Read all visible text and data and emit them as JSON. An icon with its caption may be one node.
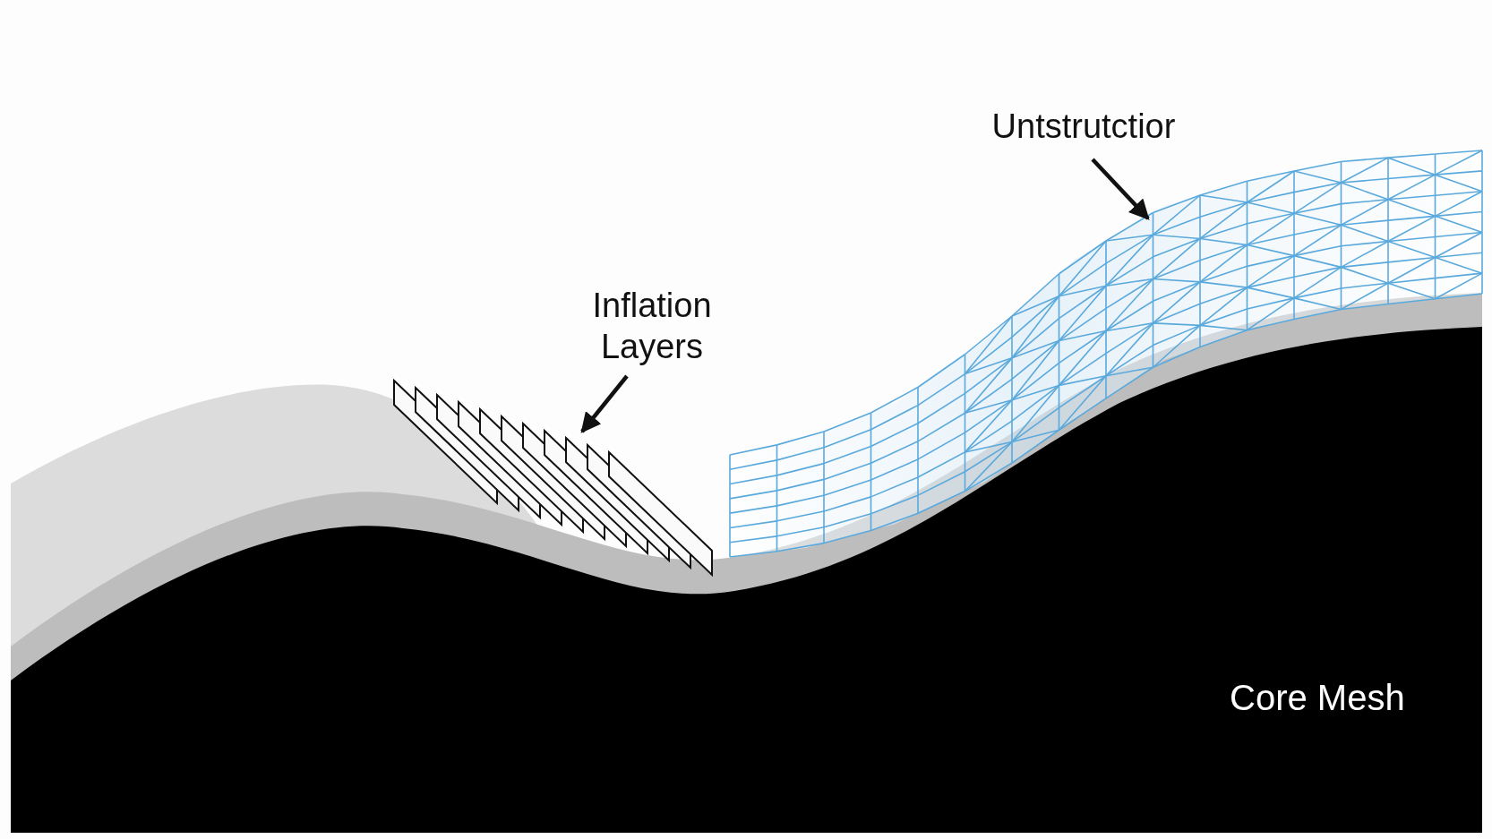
{
  "diagram": {
    "nodes": [
      {
        "text": [
          "Untstrutctior"
        ]
      },
      {
        "text": [],
        "shape": "picture"
      },
      {
        "text": [
          "Inflation Layers"
        ]
      },
      {
        "text": [],
        "shape": "picture"
      }
    ],
    "edges": [
      {
        "from": 0,
        "to": 1,
        "arrow": "to"
      },
      {
        "from": 2,
        "to": 3,
        "arrow": "to"
      }
    ],
    "labels": [
      "Core Mesh"
    ]
  }
}
